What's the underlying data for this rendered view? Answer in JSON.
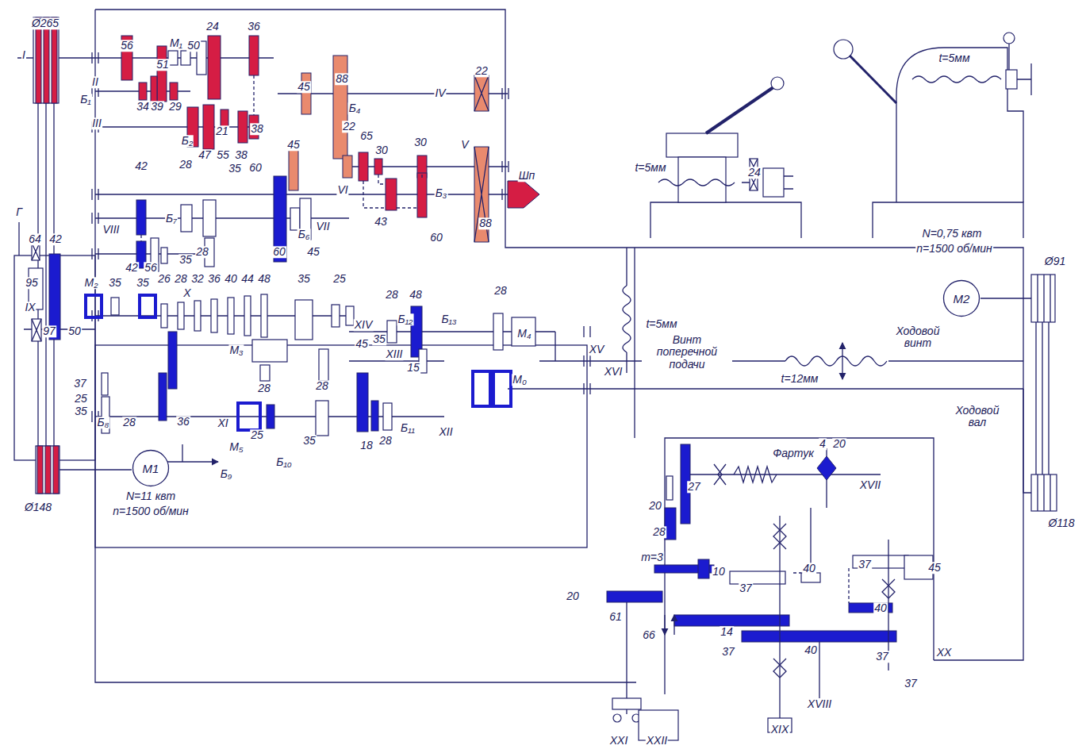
{
  "diagram": {
    "nodes": [
      {
        "text": [
          "M2"
        ]
      },
      {
        "text": [
          "M1"
        ]
      }
    ],
    "labels": [
      "Ø265",
      "I",
      "56",
      "M₁",
      "50",
      "24",
      "36",
      "51",
      "II",
      "Б₁",
      "34",
      "39",
      "29",
      "III",
      "21",
      "38",
      "Б₂",
      "47",
      "55",
      "38",
      "60",
      "45",
      "88",
      "Б₄",
      "45",
      "22",
      "65",
      "30",
      "30",
      "IV",
      "V",
      "22",
      "VI",
      "Шп",
      "Б₃",
      "43",
      "60",
      "88",
      "42",
      "28",
      "35",
      "VII",
      "Б₆",
      "60",
      "45",
      "28",
      "Г",
      "64",
      "42",
      "VIII",
      "Б₇",
      "42",
      "56",
      "35",
      "95",
      "IX",
      "97",
      "50",
      "M₂",
      "35",
      "35",
      "26",
      "28",
      "32",
      "36",
      "40",
      "44",
      "48",
      "35",
      "25",
      "X",
      "28",
      "48",
      "28",
      "XIV",
      "Б₁₂",
      "Б₁₃",
      "M₄",
      "XV",
      "M₃",
      "45",
      "35",
      "XIII",
      "15",
      "M₀",
      "XVI",
      "37",
      "28",
      "28",
      "25",
      "35",
      "Б₈",
      "28",
      "36",
      "XI",
      "M₅",
      "25",
      "35",
      "18",
      "28",
      "Б₁₁",
      "XII",
      "Б₉",
      "Б₁₀",
      "Ø148",
      "N=11 квт",
      "n=1500 об/мин",
      "t=5мм",
      "24",
      "t=5мм",
      "N=0,75 квт",
      "n=1500 об/мин",
      "Ø91",
      "t=5мм",
      "Винт поперечной подачи",
      "Ходовой винт",
      "t=12мм",
      "Ходовой вал",
      "Ø118",
      "Фартук",
      "4",
      "20",
      "XVII",
      "27",
      "20",
      "28",
      "m=3",
      "10",
      "40",
      "37",
      "45",
      "37",
      "20",
      "61",
      "40",
      "66",
      "14",
      "37",
      "40",
      "37",
      "XX",
      "37",
      "XVIII",
      "XIX",
      "XXI",
      "XXII"
    ]
  }
}
